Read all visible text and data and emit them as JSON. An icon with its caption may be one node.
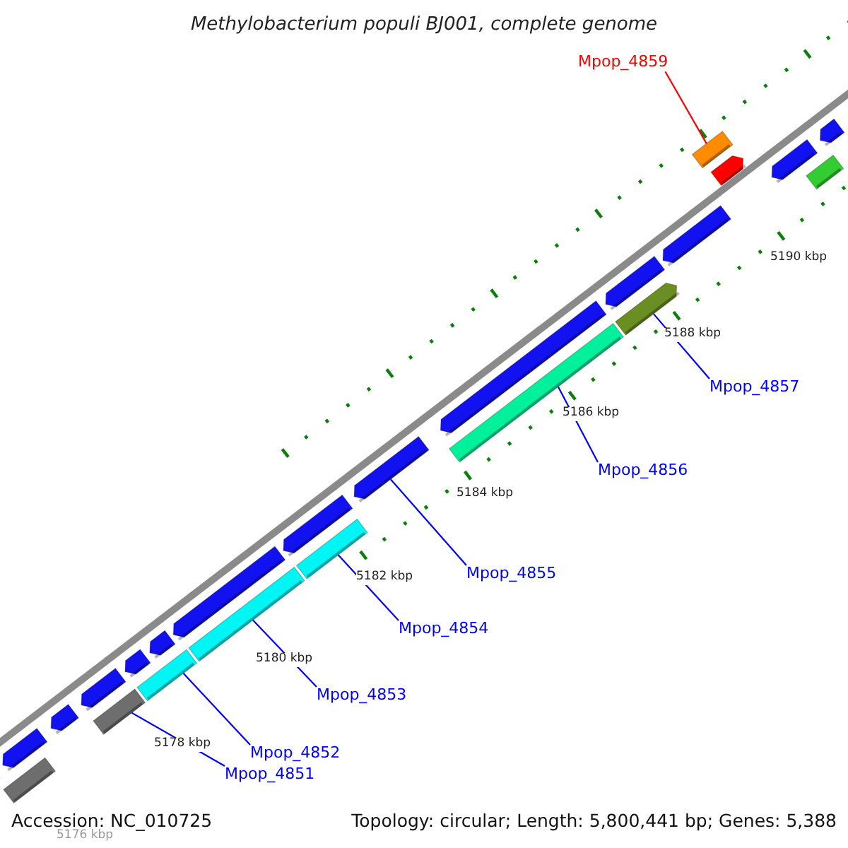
{
  "diagram": {
    "title": "Methylobacterium populi BJ001, complete genome",
    "nodes": [
      {
        "text": [
          "Mpop_4859"
        ]
      },
      {
        "text": [
          "Mpop_4857"
        ]
      },
      {
        "text": [
          "Mpop_4856"
        ]
      },
      {
        "text": [
          "Mpop_4855"
        ]
      },
      {
        "text": [
          "Mpop_4854"
        ]
      },
      {
        "text": [
          "Mpop_4853"
        ]
      },
      {
        "text": [
          "Mpop_4852"
        ]
      },
      {
        "text": [
          "Mpop_4851"
        ]
      },
      {
        "text": [],
        "shape": "bar"
      },
      {
        "text": [],
        "shape": "bar"
      },
      {
        "text": [],
        "shape": "bar"
      },
      {
        "text": [],
        "shape": "bar"
      },
      {
        "text": [],
        "shape": "bar"
      },
      {
        "text": [],
        "shape": "bar"
      },
      {
        "text": [],
        "shape": "bar"
      },
      {
        "text": [],
        "shape": "bar"
      },
      {
        "text": [],
        "shape": "bar"
      },
      {
        "text": [],
        "shape": "bar"
      },
      {
        "text": [],
        "shape": "bar"
      },
      {
        "text": [],
        "shape": "bar"
      },
      {
        "text": [],
        "shape": "bar"
      },
      {
        "text": [],
        "shape": "bar"
      },
      {
        "text": [],
        "shape": "bar"
      },
      {
        "text": [],
        "shape": "bar"
      },
      {
        "text": [],
        "shape": "bar"
      },
      {
        "text": [],
        "shape": "bar"
      },
      {
        "text": [],
        "shape": "bar"
      },
      {
        "text": [],
        "shape": "bar"
      },
      {
        "text": [],
        "shape": "bar"
      },
      {
        "text": [],
        "shape": "bar"
      },
      {
        "text": [],
        "shape": "bar"
      },
      {
        "text": [],
        "shape": "bar"
      }
    ],
    "edges": [
      {
        "from": 0,
        "to": 27,
        "arrow": "none",
        "color": "#ff0000"
      },
      {
        "from": 1,
        "to": 24,
        "arrow": "none"
      },
      {
        "from": 2,
        "to": 22,
        "arrow": "none"
      },
      {
        "from": 3,
        "to": 21,
        "arrow": "none"
      },
      {
        "from": 4,
        "to": 20,
        "arrow": "none"
      },
      {
        "from": 5,
        "to": 18,
        "arrow": "none"
      },
      {
        "from": 6,
        "to": 15,
        "arrow": "none"
      },
      {
        "from": 7,
        "to": 13,
        "arrow": "none"
      }
    ],
    "labels": [
      "5190 kbp",
      "5188 kbp",
      "5186 kbp",
      "5184 kbp",
      "5182 kbp",
      "5180 kbp",
      "5178 kbp",
      "5176 kbp",
      "Accession: NC_010725",
      "Topology: circular; Length: 5,800,441 bp; Genes: 5,388"
    ]
  }
}
